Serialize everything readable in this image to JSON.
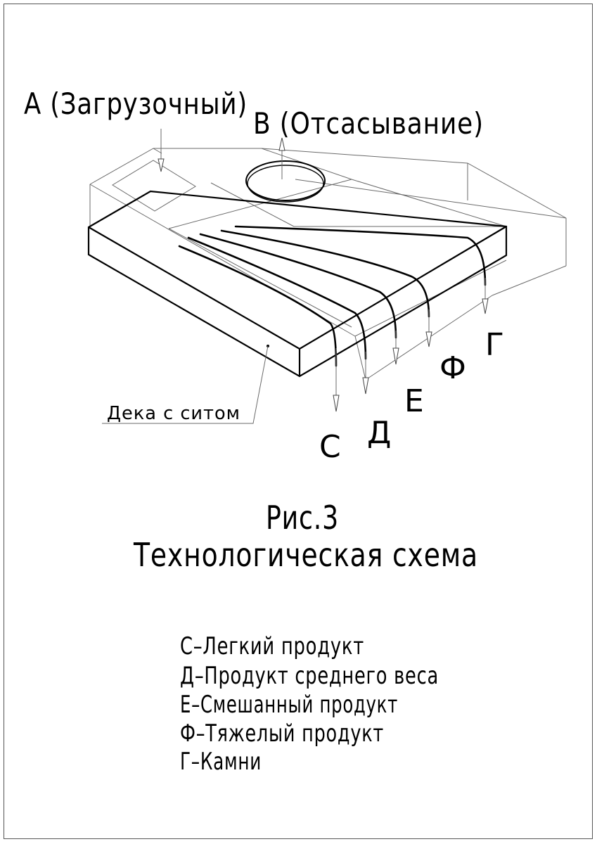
{
  "labels": {
    "inlet_a": "А (Загрузочный)",
    "inlet_b": "В (Отсасывание)",
    "deck": "Дека с ситом",
    "out_c": "С",
    "out_d": "Д",
    "out_e": "Е",
    "out_f": "Ф",
    "out_g": "Г"
  },
  "caption": {
    "fig": "Рис.3",
    "title": "Технологическая   схема"
  },
  "legend": [
    "С–Легкий продукт",
    "Д–Продукт среднего веса",
    "Е–Смешанный продукт",
    "Ф–Тяжелый продукт",
    "Г–Камни"
  ]
}
